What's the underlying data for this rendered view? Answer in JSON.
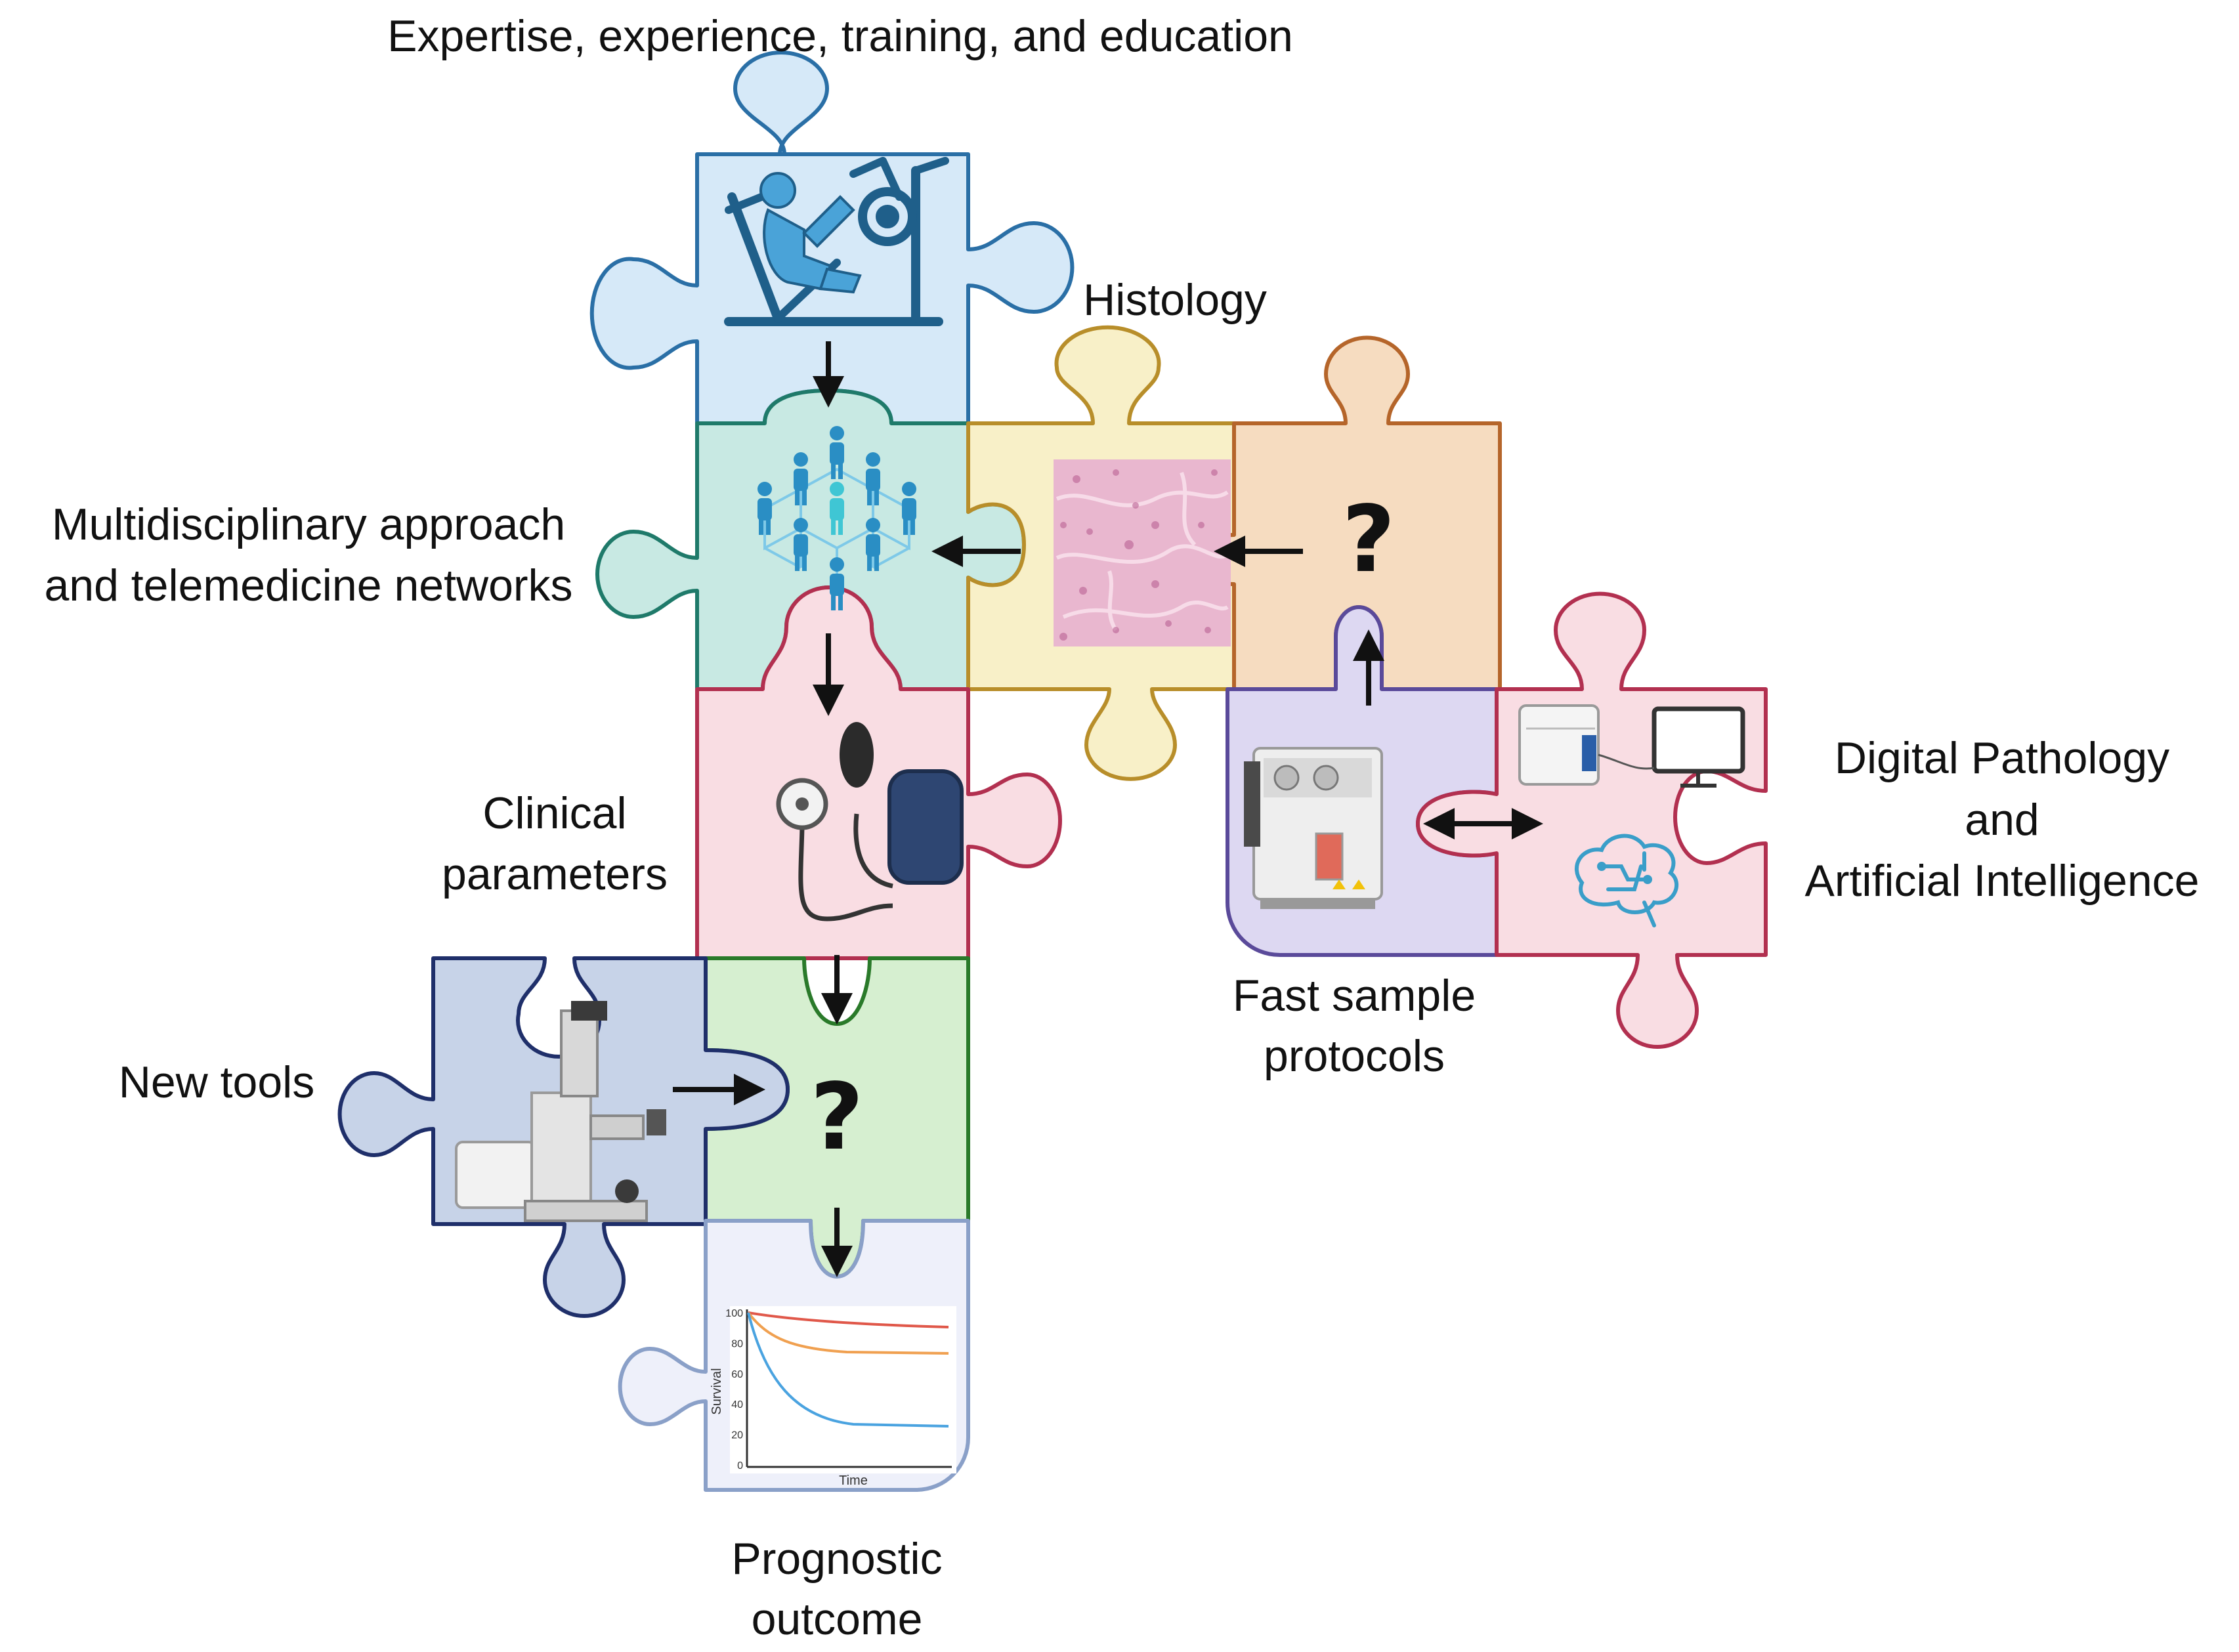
{
  "labels": {
    "expertise": "Expertise, experience, training, and education",
    "histology": "Histology",
    "multidisciplinary_line1": "Multidisciplinary approach",
    "multidisciplinary_line2": "and telemedicine networks",
    "clinical_line1": "Clinical",
    "clinical_line2": "parameters",
    "new_tools": "New tools",
    "prognostic_line1": "Prognostic",
    "prognostic_line2": "outcome",
    "fast_line1": "Fast sample",
    "fast_line2": "protocols",
    "digital_line1": "Digital Pathology",
    "digital_line2": "and",
    "digital_line3": "Artificial Intelligence"
  },
  "question_marks": {
    "orange": "?",
    "green": "?"
  },
  "survival_chart": {
    "xlabel": "Time",
    "ylabel": "Survival",
    "yticks": [
      "100",
      "80",
      "60",
      "40",
      "20",
      "0"
    ]
  },
  "colors": {
    "blue_fill": "#d6e9f8",
    "blue_stroke": "#2a6fa6",
    "teal_fill": "#c8e9e3",
    "teal_stroke": "#1f7a6a",
    "yellow_fill": "#f8f0c8",
    "yellow_stroke": "#b88e2a",
    "orange_fill": "#f6dcc0",
    "orange_stroke": "#b5652a",
    "pink_fill": "#f9dde3",
    "pink_stroke": "#b23050",
    "green_fill": "#d6efd0",
    "green_stroke": "#2a7a2a",
    "navy_fill": "#c7d3e8",
    "navy_stroke": "#1f2f6a",
    "lavender_fill": "#ddd8f2",
    "lavender_stroke": "#5a4a9a",
    "paleblue_fill": "#eef0fa",
    "paleblue_stroke": "#8aa0c8"
  }
}
